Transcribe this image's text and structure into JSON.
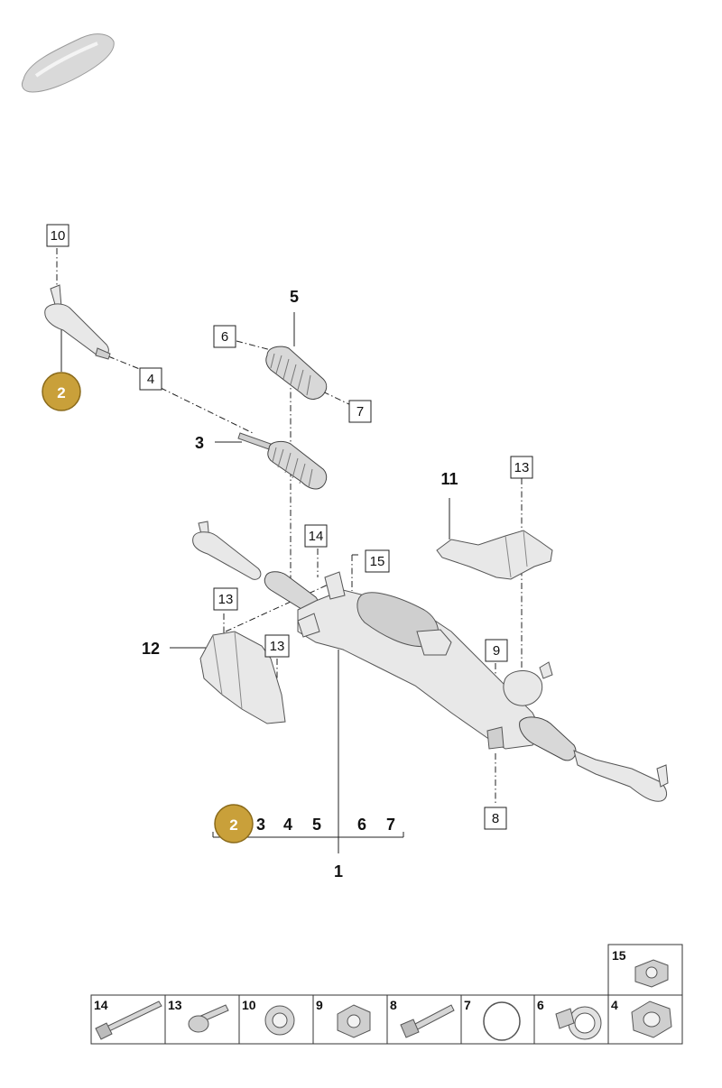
{
  "labels": {
    "l10_top": "10",
    "l2_badge_top": "2",
    "l4": "4",
    "l5": "5",
    "l6": "6",
    "l7": "7",
    "l3": "3",
    "l11": "11",
    "l13_right": "13",
    "l14": "14",
    "l15": "15",
    "l13_mid": "13",
    "l12": "12",
    "l13_low": "13",
    "l9": "9",
    "l8": "8",
    "l1": "1"
  },
  "assembly_note": {
    "badge": "2",
    "items": [
      "3",
      "4",
      "5",
      "6",
      "7"
    ]
  },
  "parts_table": {
    "top_cell": "15",
    "cells": [
      "14",
      "13",
      "10",
      "9",
      "8",
      "7",
      "6",
      "4"
    ]
  },
  "colors": {
    "badge": "#c9a03a",
    "badge_border": "#8a6a1a"
  }
}
